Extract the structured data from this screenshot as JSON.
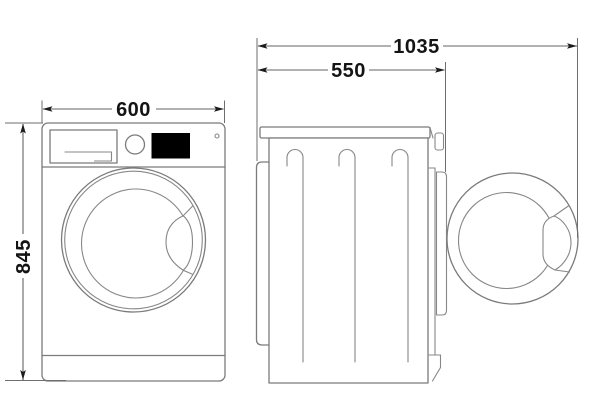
{
  "dimensions": {
    "width": "600",
    "height": "845",
    "depth": "550",
    "depth_door_open": "1035"
  }
}
